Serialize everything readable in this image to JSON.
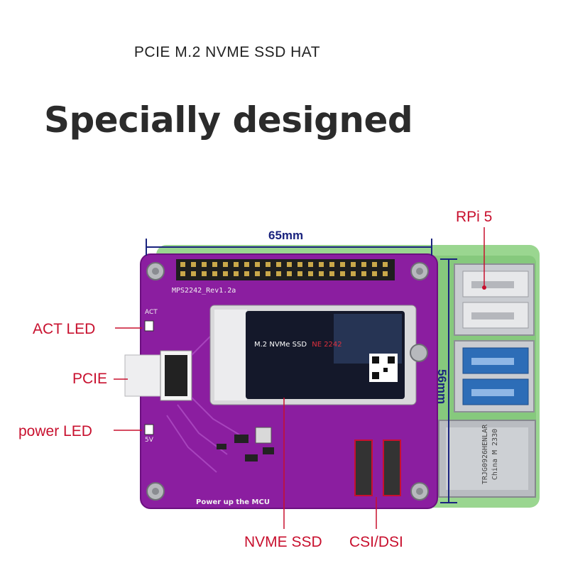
{
  "header": {
    "subtitle": "PCIE M.2 NVME SSD HAT",
    "title": "Specially designed"
  },
  "dimensions": {
    "width_label": "65mm",
    "height_label": "56mm"
  },
  "callouts": {
    "rpi": "RPi 5",
    "act_led": "ACT LED",
    "pcie": "PCIE",
    "power_led": "power LED",
    "nvme_ssd": "NVME SSD",
    "csi_dsi": "CSI/DSI"
  },
  "board": {
    "silkscreen_rev": "MPS2242_Rev1.2a",
    "silkscreen_act": "ACT",
    "silkscreen_5v": "5V",
    "silkscreen_power": "Power up the MCU"
  },
  "ssd": {
    "label_prefix": "M.2 NVMe SSD",
    "label_model": "NE 2242"
  },
  "ethernet": {
    "text1": "TRJG0926HENLAR",
    "text2": "China M 2330"
  },
  "colors": {
    "board": "#8b1ea0",
    "rpi_green": "#8fd18a",
    "callout_red": "#c8102e",
    "dimension_blue": "#1a237e"
  }
}
